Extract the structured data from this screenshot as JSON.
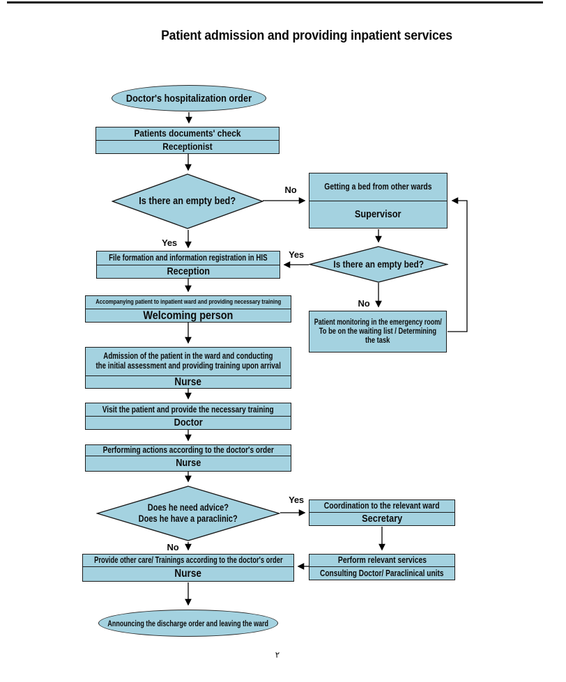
{
  "page": {
    "title": "Patient admission and providing inpatient services",
    "page_number": "۲"
  },
  "colors": {
    "shape_fill": "#a4d2e0",
    "shape_border": "#1b1b1b",
    "line_color": "#000000"
  },
  "flowchart": {
    "start": {
      "label": "Doctor's hospitalization order"
    },
    "doc_check": {
      "action": "Patients documents' check",
      "actor": "Receptionist"
    },
    "empty_bed_1": {
      "question": "Is there an empty bed?",
      "yes_label": "Yes",
      "no_label": "No"
    },
    "get_bed": {
      "action": "Getting a bed from other wards",
      "actor": "Supervisor"
    },
    "empty_bed_2": {
      "question": "Is there an empty bed?",
      "yes_label": "Yes",
      "no_label": "No"
    },
    "file_formation": {
      "action": "File formation and information registration in HIS",
      "actor": "Reception"
    },
    "monitoring": {
      "line1": "Patient monitoring in the emergency room/",
      "line2": "To be on the waiting list / Determining",
      "line3": "the task"
    },
    "accompany": {
      "action": "Accompanying patient to inpatient ward and providing necessary training",
      "actor": "Welcoming person"
    },
    "admission": {
      "action_line1": "Admission of the patient in the ward and conducting",
      "action_line2": "the initial assessment and providing training upon arrival",
      "actor": "Nurse"
    },
    "visit": {
      "action": "Visit the patient and provide the necessary training",
      "actor": "Doctor"
    },
    "performing": {
      "action": "Performing actions according to the doctor's order",
      "actor": "Nurse"
    },
    "advice": {
      "question_line1": "Does he need advice?",
      "question_line2": "Does he have a paraclinic?",
      "yes_label": "Yes",
      "no_label": "No"
    },
    "coordination": {
      "action": "Coordination to the relevant ward",
      "actor": "Secretary"
    },
    "perform_services": {
      "action": "Perform relevant services",
      "actor": "Consulting Doctor/ Paraclinical units"
    },
    "other_care": {
      "action": "Provide other care/ Trainings according to the doctor's order",
      "actor": "Nurse"
    },
    "end": {
      "label": "Announcing the discharge order and leaving the ward"
    }
  }
}
